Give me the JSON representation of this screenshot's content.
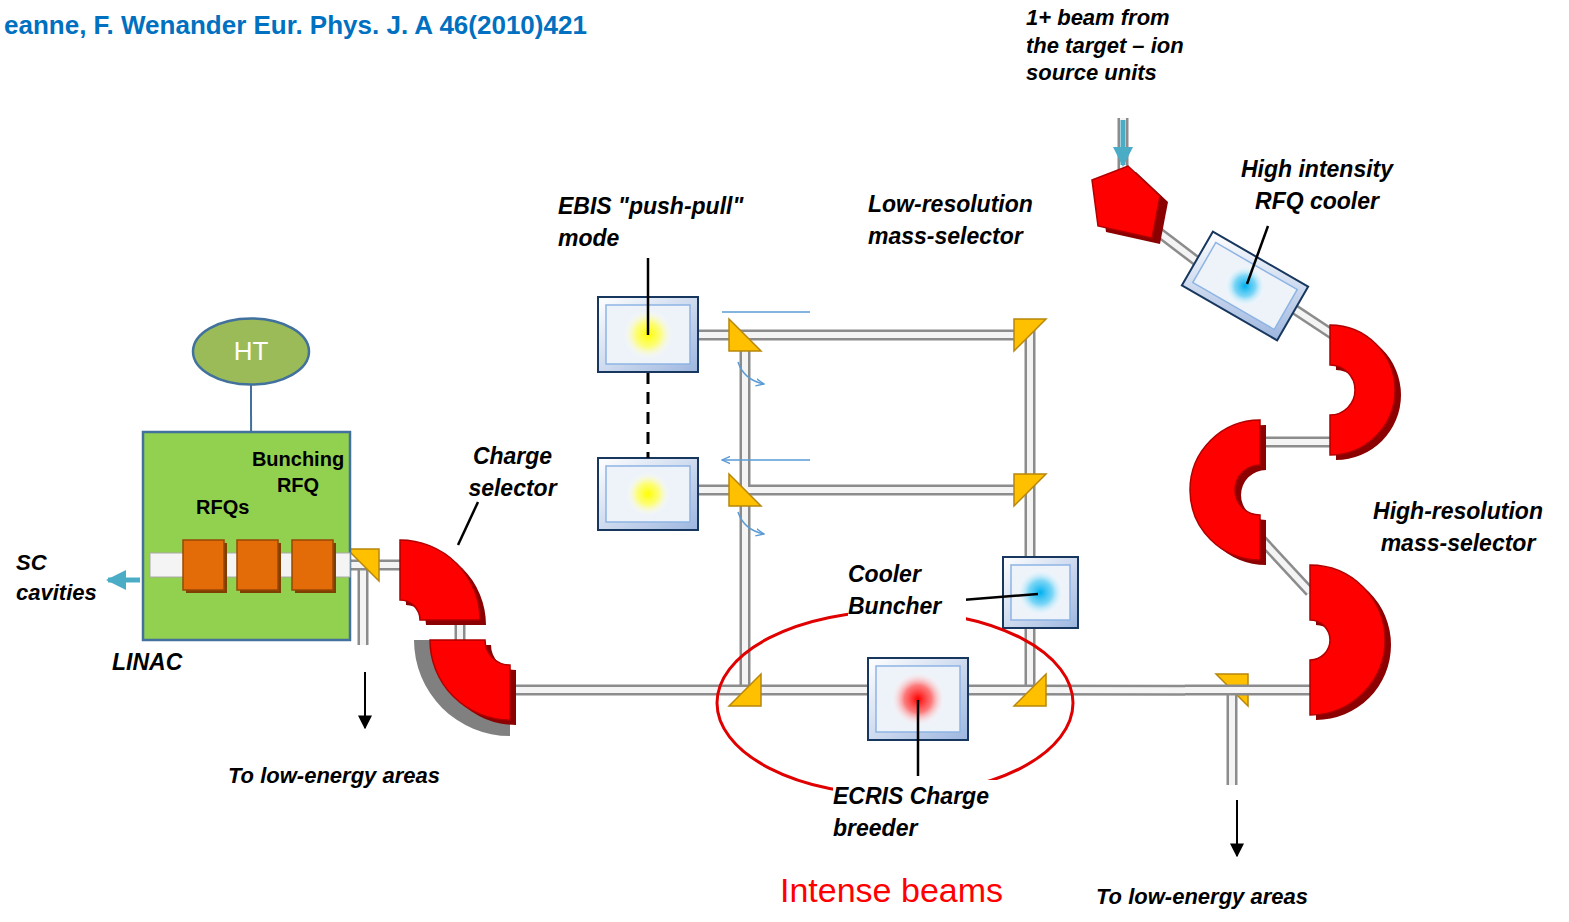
{
  "diagram": {
    "title": "eanne, F. Wenander Eur. Phys. J. A 46(2010)421",
    "nodes": [
      {
        "text": [
          "HT"
        ]
      },
      {
        "text": [
          "LINAC"
        ]
      },
      {
        "text": [
          "Charge selector"
        ]
      },
      {
        "text": [
          "EBIS \"push-pull\" mode"
        ]
      },
      {
        "text": [
          "Low-resolution mass-selector"
        ]
      },
      {
        "text": [
          "High intensity RFQ cooler"
        ]
      },
      {
        "text": [
          "High-resolution mass-selector"
        ]
      },
      {
        "text": [
          "Cooler Buncher"
        ]
      },
      {
        "text": [
          "ECRIS Charge breeder"
        ]
      }
    ],
    "edges": [
      {
        "from": 4,
        "to": 5,
        "arrow": "none"
      },
      {
        "from": 5,
        "to": 6,
        "arrow": "none"
      },
      {
        "from": 6,
        "to": 8,
        "arrow": "none"
      },
      {
        "from": 8,
        "to": 2,
        "arrow": "none"
      },
      {
        "from": 7,
        "to": 3,
        "arrow": "none"
      },
      {
        "from": 2,
        "to": 1,
        "arrow": "none"
      },
      {
        "from": 0,
        "to": 1,
        "arrow": "none"
      }
    ],
    "labels": [
      "1+ beam from the target – ion source units",
      "Bunching RFQ",
      "RFQs",
      "SC cavities",
      "To low-energy areas",
      "To low-energy areas",
      "Intense beams"
    ]
  }
}
